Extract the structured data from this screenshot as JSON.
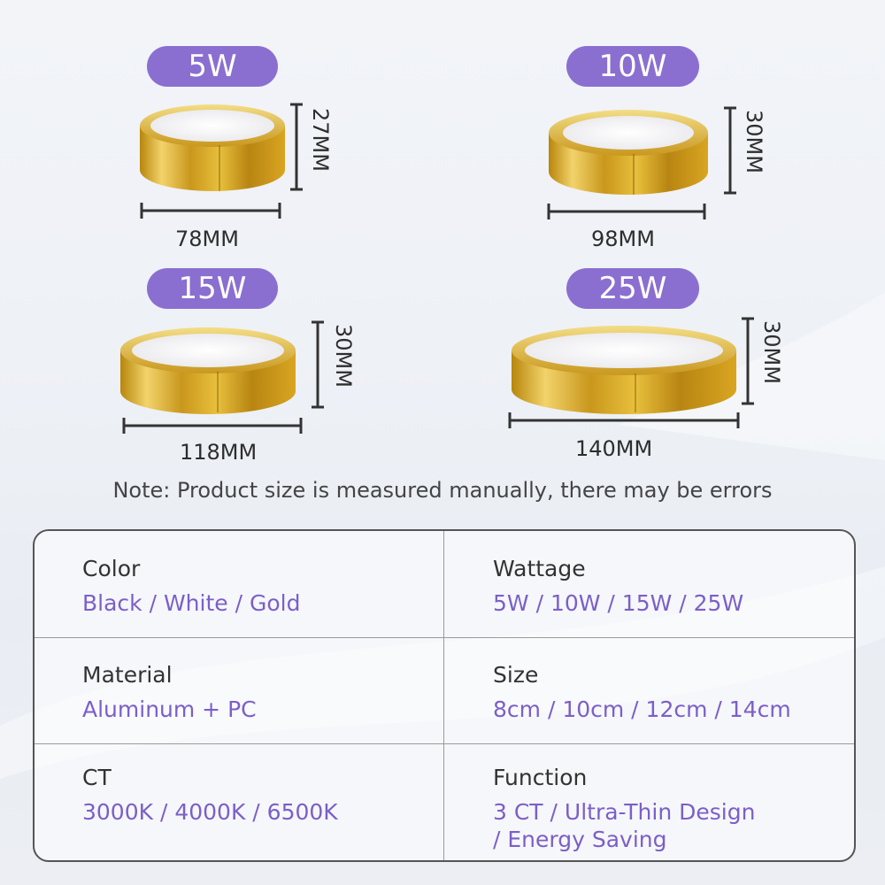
{
  "colors": {
    "accent": "#8a6fd1",
    "value_text": "#7b5fc9",
    "gold": "#d6a51e"
  },
  "products": [
    {
      "wattage": "5W",
      "width": "78MM",
      "height": "27MM"
    },
    {
      "wattage": "10W",
      "width": "98MM",
      "height": "30MM"
    },
    {
      "wattage": "15W",
      "width": "118MM",
      "height": "30MM"
    },
    {
      "wattage": "25W",
      "width": "140MM",
      "height": "30MM"
    }
  ],
  "note": "Note: Product size is measured manually, there may be errors",
  "specs": [
    {
      "label": "Color",
      "value": "Black / White / Gold"
    },
    {
      "label": "Wattage",
      "value": "5W / 10W / 15W / 25W"
    },
    {
      "label": "Material",
      "value": "Aluminum + PC"
    },
    {
      "label": "Size",
      "value": "8cm / 10cm / 12cm / 14cm"
    },
    {
      "label": "CT",
      "value": "3000K / 4000K / 6500K"
    },
    {
      "label": "Function",
      "value_line1": "3 CT / Ultra-Thin Design",
      "value_line2": "/ Energy Saving"
    }
  ]
}
